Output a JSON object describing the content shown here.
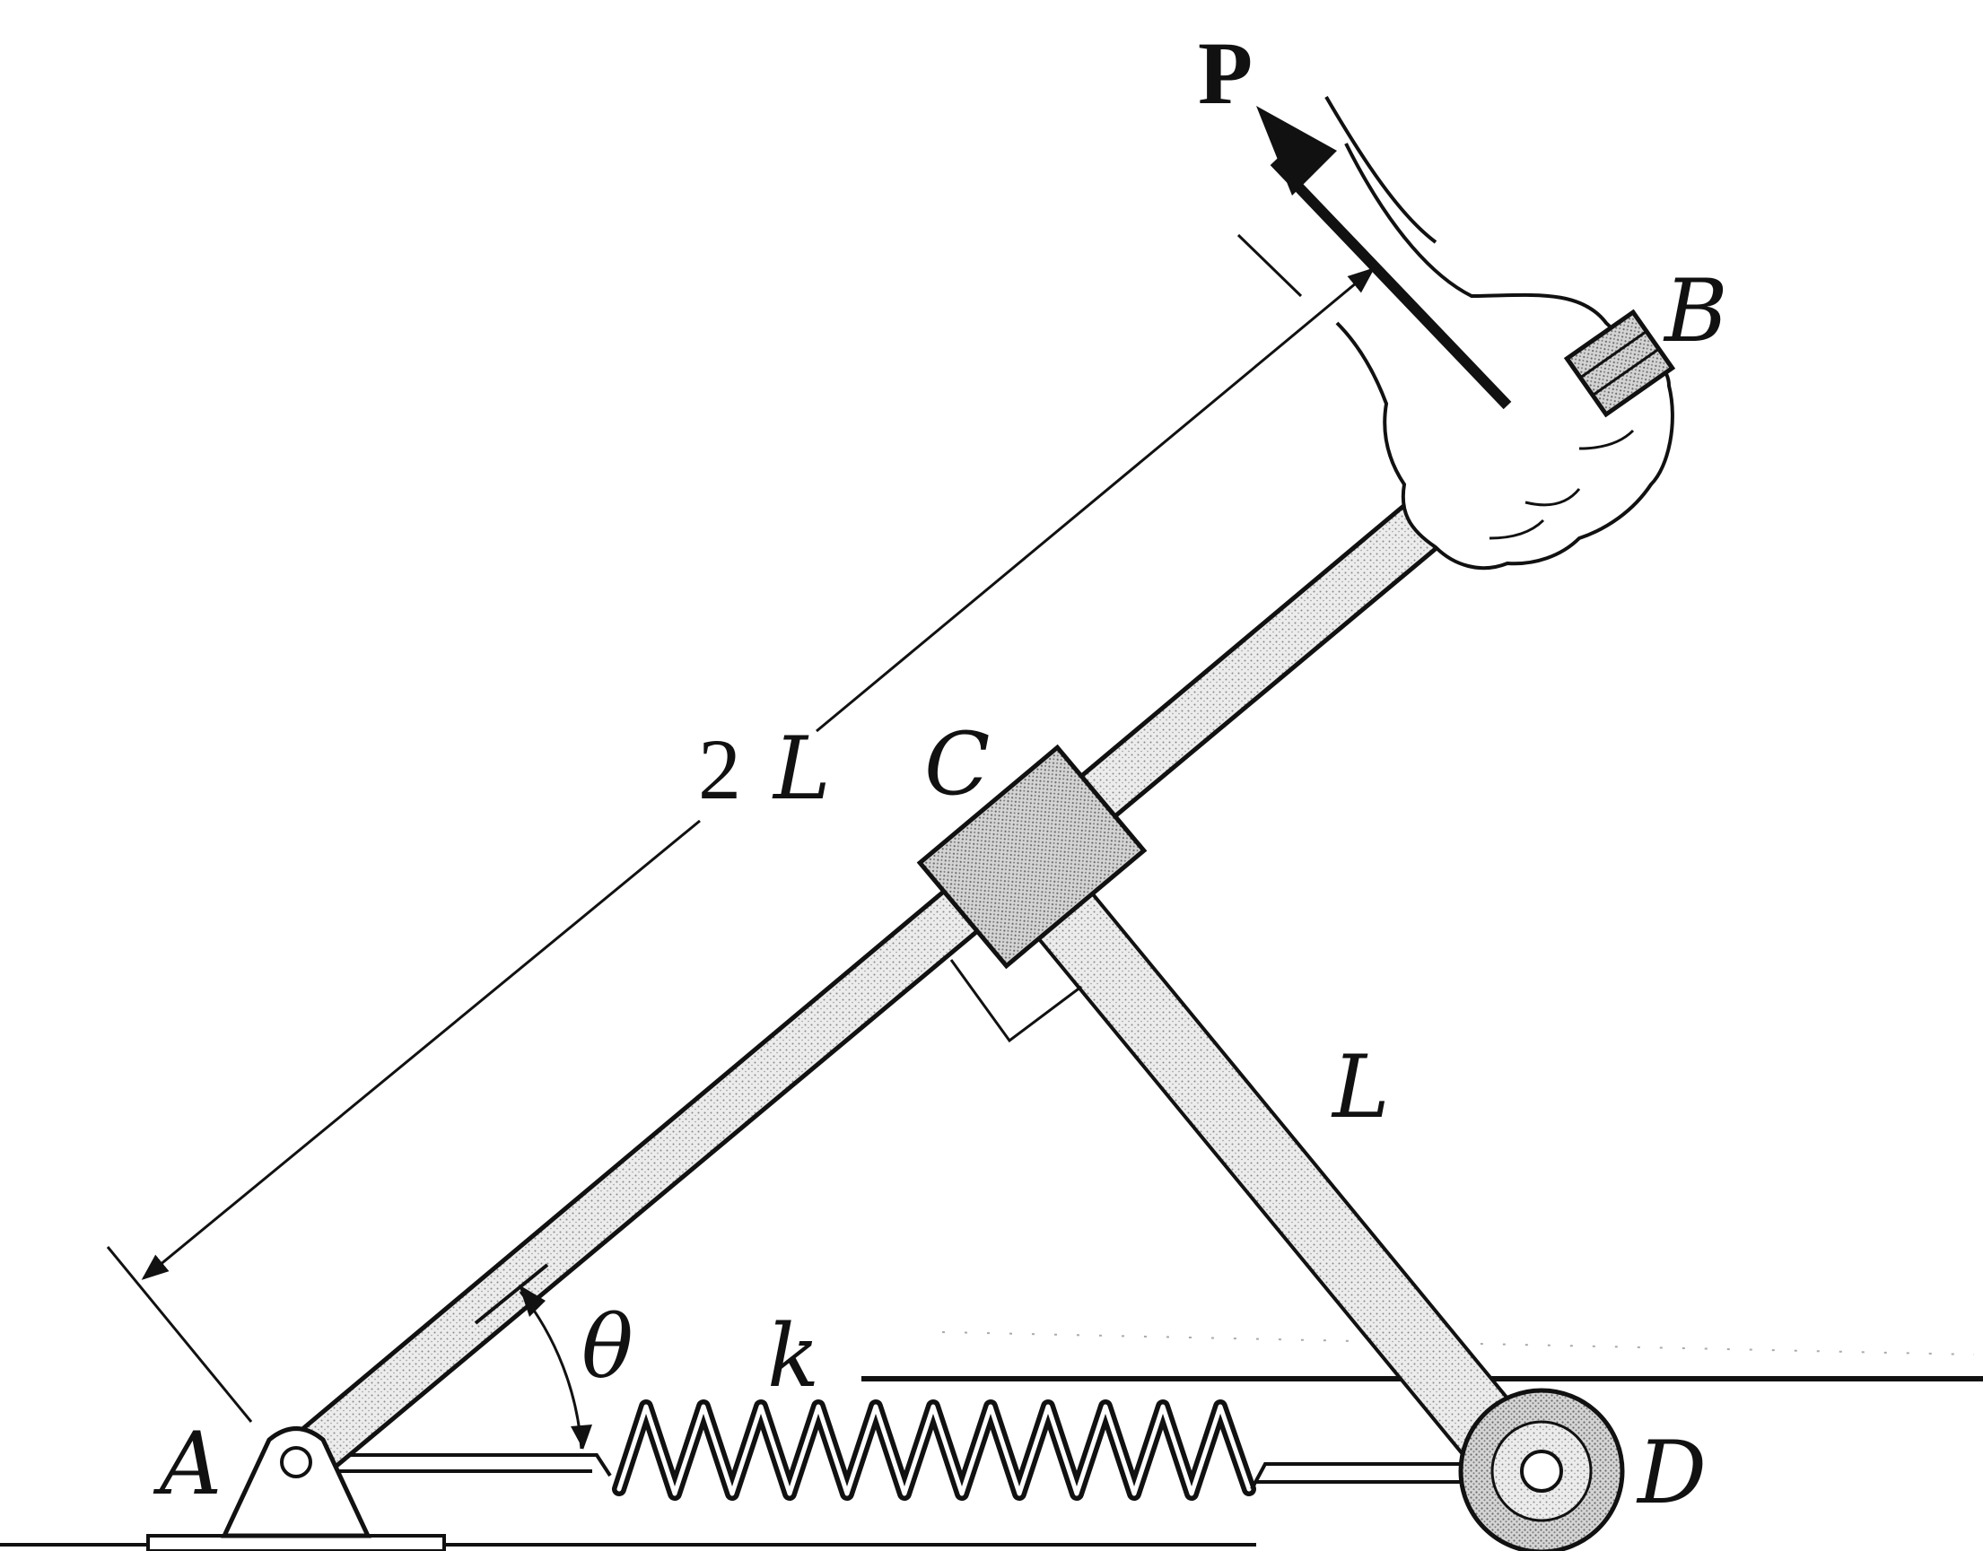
{
  "labels": {
    "force": "P",
    "point_b": "B",
    "point_c": "C",
    "point_a": "A",
    "point_d": "D",
    "length_2l_num": "2",
    "length_2l_var": "L",
    "length_l": "L",
    "angle": "θ",
    "spring": "k"
  },
  "colors": {
    "ink": "#111111",
    "bar_fill": "#e4e4e4",
    "wheel_fill": "#c9c9c9"
  }
}
